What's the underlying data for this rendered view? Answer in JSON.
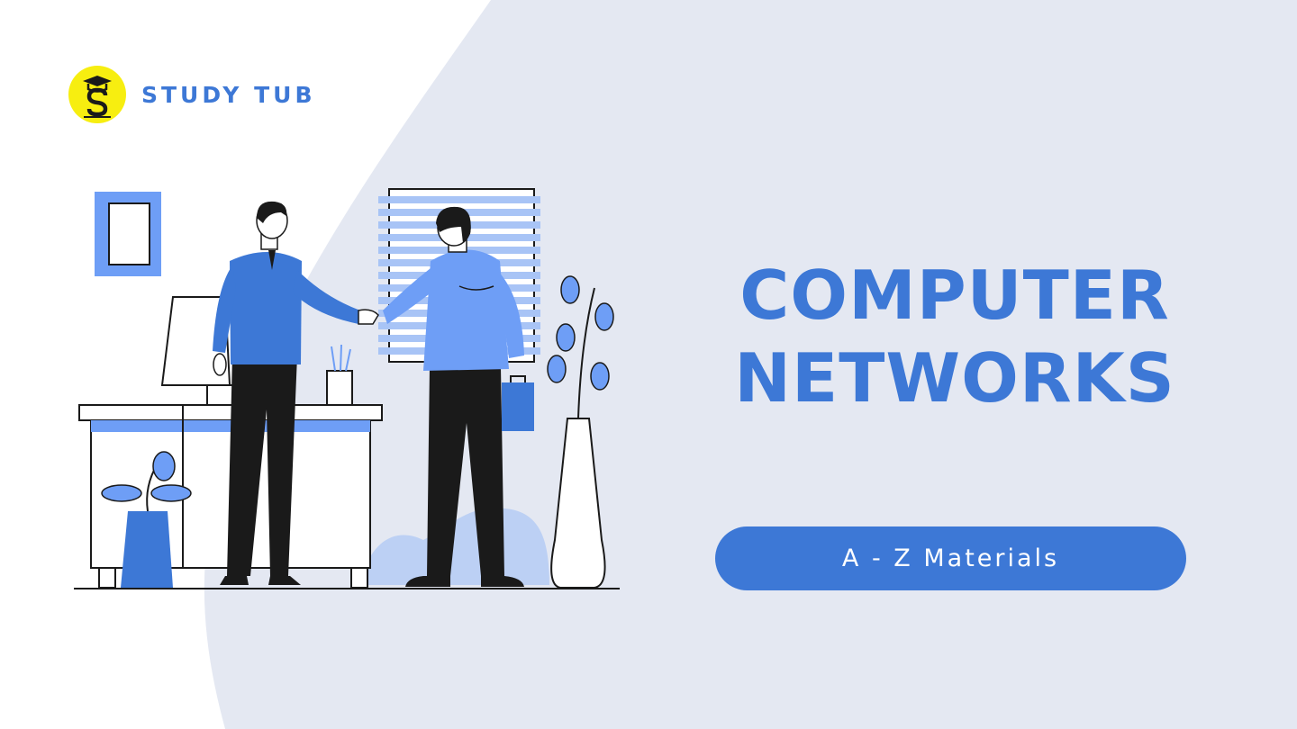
{
  "brand": {
    "name": "STUDY TUB",
    "logo_icon": "graduate-s-logo-icon",
    "logo_bg_color": "#f7ee10"
  },
  "hero": {
    "title_line1": "COMPUTER",
    "title_line2": "NETWORKS",
    "button_label": "A - Z Materials"
  },
  "illustration": {
    "description_icon": "business-handshake-illustration"
  },
  "colors": {
    "accent": "#3d78d6",
    "background_shape": "#e4e8f2",
    "light_blue": "#6e9ef6"
  }
}
